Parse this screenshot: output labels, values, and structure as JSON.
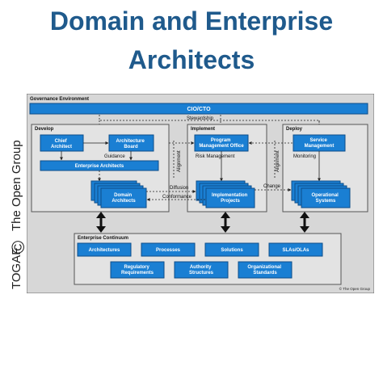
{
  "header": {
    "title_line1": "Domain and Enterprise",
    "title_line2": "Architects"
  },
  "side_label": {
    "brand": "TOGAF",
    "copyright_symbol": "©",
    "org": "The Open Group"
  },
  "diagram": {
    "governance_label": "Governance Environment",
    "cio_label": "CIO/CTO",
    "stewardship_label": "Stewardship",
    "develop": {
      "label": "Develop",
      "chief_architect": "Chief Architect",
      "architecture_board": "Architecture Board",
      "guidance_label": "Guidance",
      "enterprise_architects": "Enterprise Architects",
      "domain_architects": "Domain Architects"
    },
    "implement": {
      "label": "Implement",
      "pmo": "Program Management Office",
      "risk_label": "Risk Management",
      "implementation_projects": "Implementation Projects"
    },
    "deploy": {
      "label": "Deploy",
      "service_management": "Service Management",
      "monitoring_label": "Monitoring",
      "operational_systems": "Operational Systems"
    },
    "flow_labels": {
      "diffusion": "Diffusion",
      "conformance": "Conformance",
      "change": "Change",
      "alignment_left": "Alignment",
      "alignment_right": "Alignment"
    },
    "continuum": {
      "label": "Enterprise Continuum",
      "row1": [
        "Architectures",
        "Processes",
        "Solutions",
        "SLAs/OLAs"
      ],
      "row2": [
        "Regulatory Requirements",
        "Authority Structures",
        "Organizational Standards"
      ]
    },
    "copyright": "© The Open Group"
  },
  "colors": {
    "title": "#1f5a8c",
    "box_blue": "#1a7fd3",
    "box_border": "#0d4e8a",
    "panel": "#d7d7d7",
    "panel_border": "#6a6a6a"
  }
}
